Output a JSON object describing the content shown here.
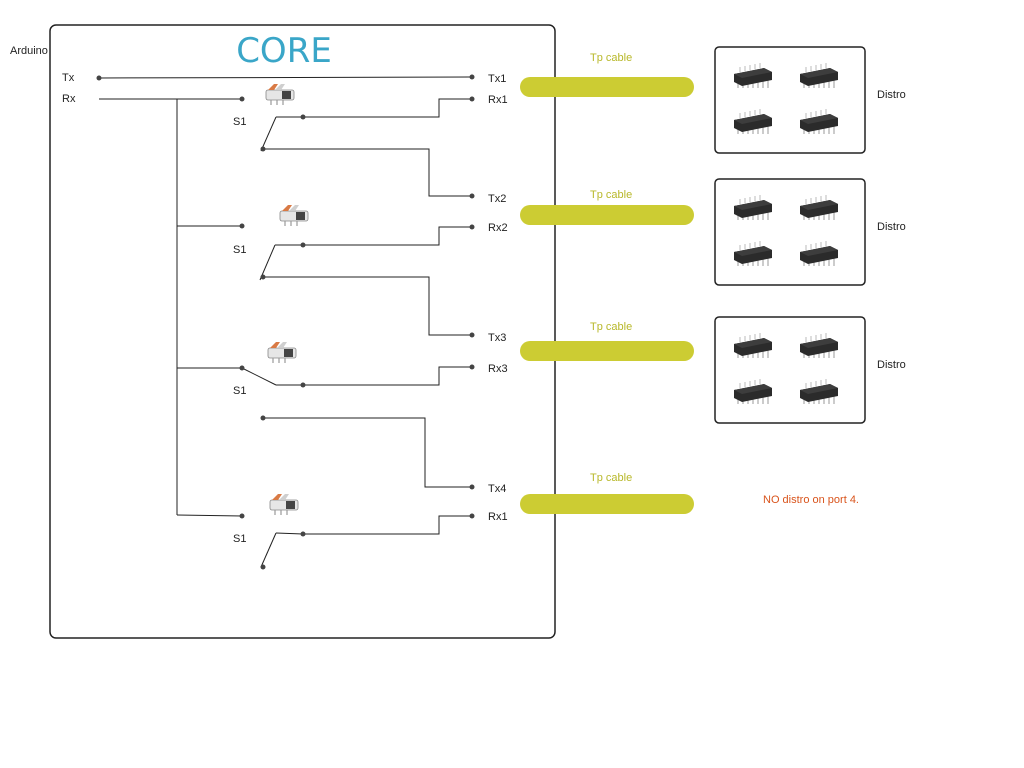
{
  "colors": {
    "core_title": "#3aa6c8",
    "cable": "#cccc33",
    "cable_label": "#b8b82a",
    "note": "#d9541c",
    "wire": "#222222",
    "chip": "#2b2b2b"
  },
  "arduino_label": "Arduino",
  "core": {
    "title": "CORE"
  },
  "arduino_pins": {
    "tx": "Tx",
    "rx": "Rx"
  },
  "switch_label": "S1",
  "ports": [
    {
      "tx": "Tx1",
      "rx": "Rx1"
    },
    {
      "tx": "Tx2",
      "rx": "Rx2"
    },
    {
      "tx": "Tx3",
      "rx": "Rx3"
    },
    {
      "tx": "Tx4",
      "rx": "Rx1"
    }
  ],
  "cable_label": "Tp cable",
  "distro_label": "Distro",
  "note_port4": "NO distro on port 4.",
  "icons": {
    "switch": "slide-switch-icon",
    "chip": "dip-ic-chip-icon"
  }
}
